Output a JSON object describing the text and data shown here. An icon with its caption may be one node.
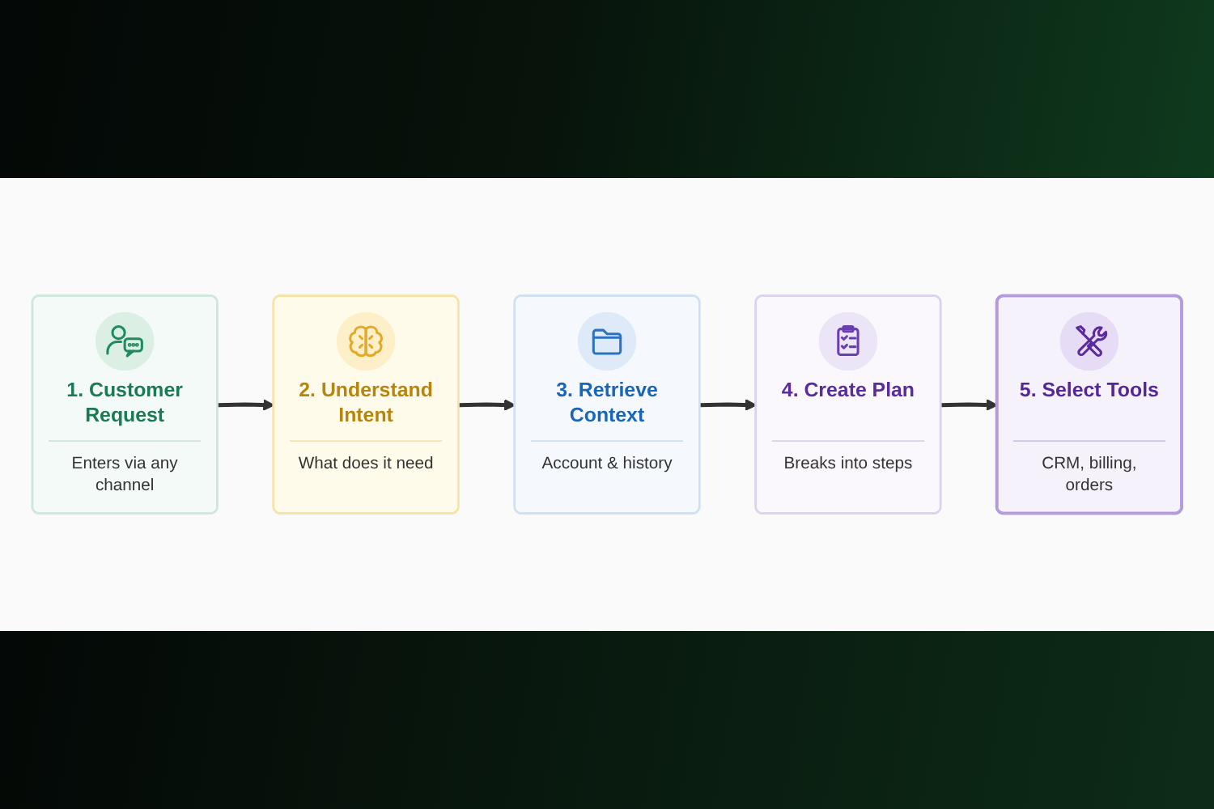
{
  "diagram": {
    "nodes": [
      {
        "text": [
          "1. Customer Request",
          "Enters via any channel"
        ]
      },
      {
        "text": [
          "2. Understand Intent",
          "What does it need"
        ]
      },
      {
        "text": [
          "3. Retrieve Context",
          "Account & history"
        ]
      },
      {
        "text": [
          "4. Create Plan",
          "Breaks into steps"
        ]
      },
      {
        "text": [
          "5. Select Tools",
          "CRM, billing, orders"
        ]
      }
    ],
    "edges": [
      {
        "from": 0,
        "to": 1,
        "arrow": "to"
      },
      {
        "from": 1,
        "to": 2,
        "arrow": "to"
      },
      {
        "from": 2,
        "to": 3,
        "arrow": "to"
      },
      {
        "from": 3,
        "to": 4,
        "arrow": "to"
      }
    ]
  }
}
